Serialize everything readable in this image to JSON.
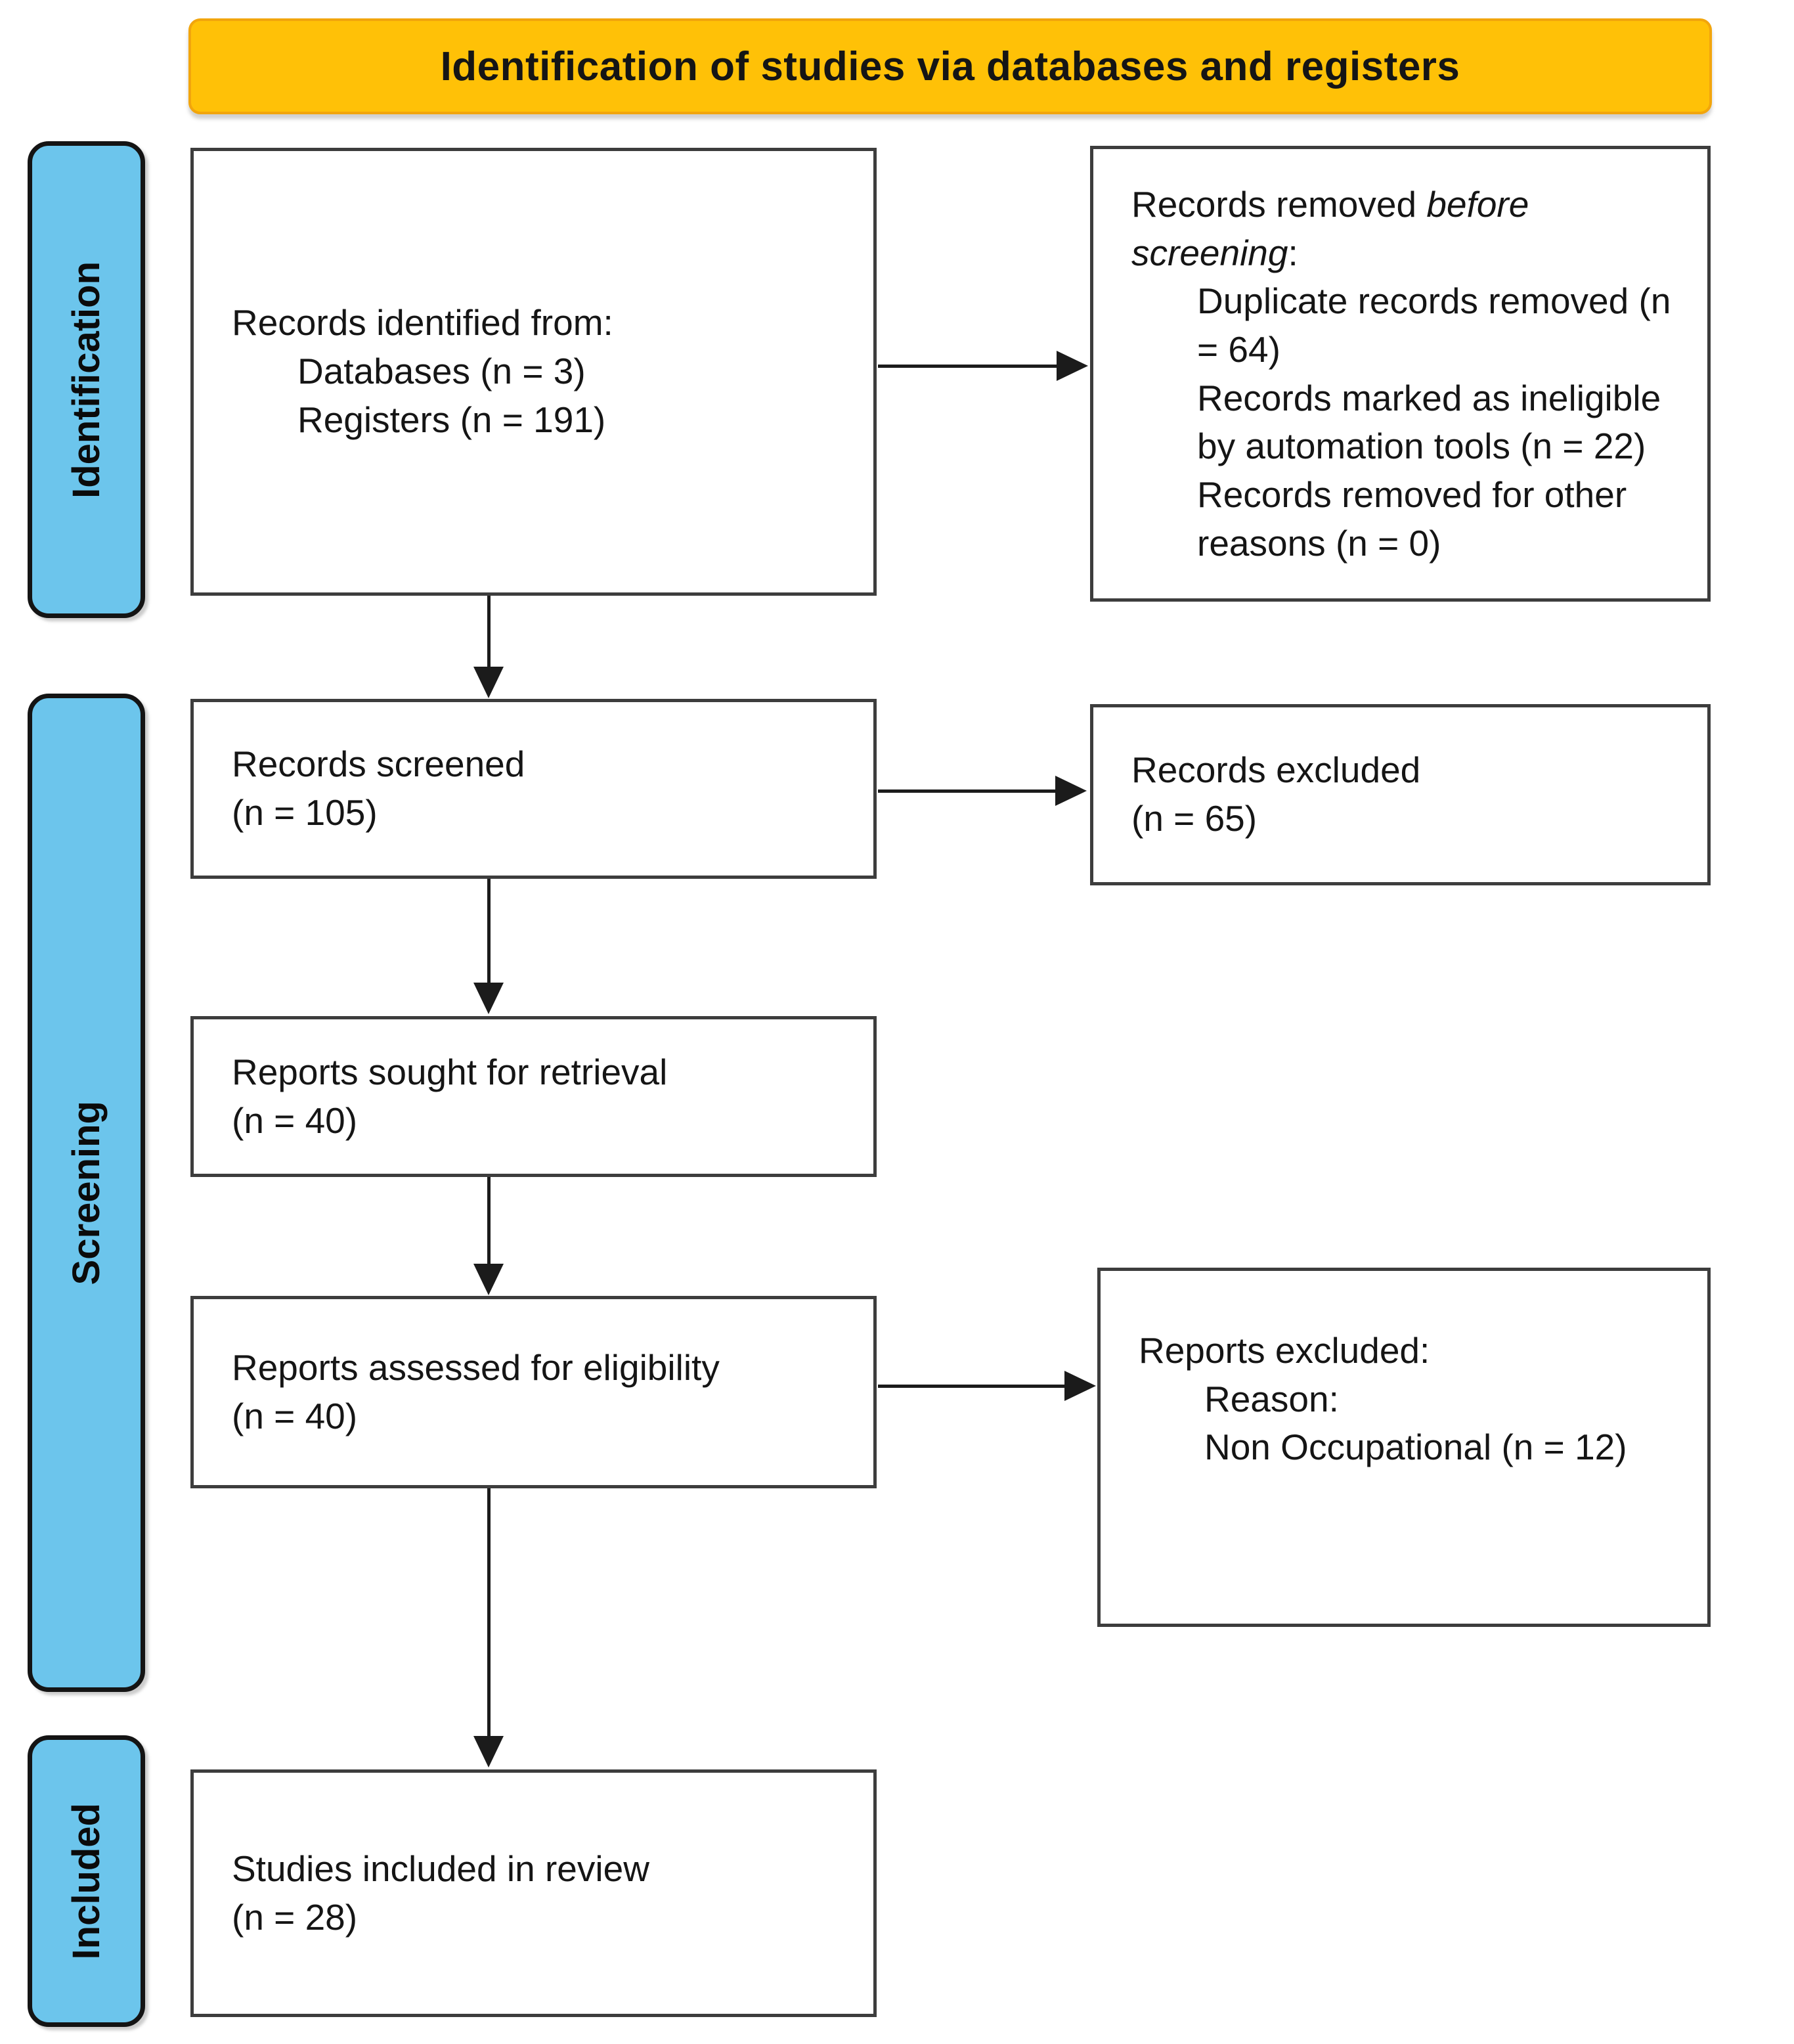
{
  "palette": {
    "banner_bg": "#FFC107",
    "banner_border": "#F2A50C",
    "stage_bg": "#6CC5EC",
    "stage_border": "#141414",
    "box_border": "#3D3D3D",
    "text": "#151515"
  },
  "banner": {
    "label": "Identification of studies via databases and registers"
  },
  "stages": [
    {
      "label": "Identification"
    },
    {
      "label": "Screening"
    },
    {
      "label": "Included"
    }
  ],
  "boxes": {
    "records_identified": {
      "lines": [
        {
          "ind": 0,
          "seg": [
            {
              "t": "Records identified from:"
            }
          ]
        },
        {
          "ind": 1,
          "seg": [
            {
              "t": "Databases (n = 3)"
            }
          ]
        },
        {
          "ind": 1,
          "seg": [
            {
              "t": "Registers (n = 191)"
            }
          ]
        }
      ]
    },
    "records_removed": {
      "lines": [
        {
          "ind": 0,
          "seg": [
            {
              "t": "Records removed "
            },
            {
              "t": "before screening",
              "it": true
            },
            {
              "t": ":"
            }
          ]
        },
        {
          "ind": 1,
          "seg": [
            {
              "t": "Duplicate records removed (n = 64)"
            }
          ]
        },
        {
          "ind": 1,
          "seg": [
            {
              "t": "Records marked as ineligible by automation tools (n = 22)"
            }
          ]
        },
        {
          "ind": 1,
          "seg": [
            {
              "t": "Records removed for other reasons (n = 0)"
            }
          ]
        }
      ]
    },
    "records_screened": {
      "lines": [
        {
          "ind": 0,
          "seg": [
            {
              "t": "Records screened"
            }
          ]
        },
        {
          "ind": 0,
          "seg": [
            {
              "t": "(n = 105)"
            }
          ]
        }
      ]
    },
    "records_excluded": {
      "lines": [
        {
          "ind": 0,
          "seg": [
            {
              "t": "Records excluded"
            }
          ]
        },
        {
          "ind": 0,
          "seg": [
            {
              "t": "(n = 65)"
            }
          ]
        }
      ]
    },
    "reports_sought": {
      "lines": [
        {
          "ind": 0,
          "seg": [
            {
              "t": "Reports sought for retrieval"
            }
          ]
        },
        {
          "ind": 0,
          "seg": [
            {
              "t": "(n = 40)"
            }
          ]
        }
      ]
    },
    "reports_assessed": {
      "lines": [
        {
          "ind": 0,
          "seg": [
            {
              "t": "Reports assessed for eligibility"
            }
          ]
        },
        {
          "ind": 0,
          "seg": [
            {
              "t": "(n = 40)"
            }
          ]
        }
      ]
    },
    "reports_excluded": {
      "lines": [
        {
          "ind": 0,
          "seg": [
            {
              "t": "Reports excluded:"
            }
          ]
        },
        {
          "ind": 1,
          "seg": [
            {
              "t": "Reason:"
            }
          ]
        },
        {
          "ind": 1,
          "seg": [
            {
              "t": "Non Occupational (n = 12)"
            }
          ]
        }
      ]
    },
    "studies_included": {
      "lines": [
        {
          "ind": 0,
          "seg": [
            {
              "t": "Studies included in review"
            }
          ]
        },
        {
          "ind": 0,
          "seg": [
            {
              "t": "(n = 28)"
            }
          ]
        }
      ]
    }
  }
}
